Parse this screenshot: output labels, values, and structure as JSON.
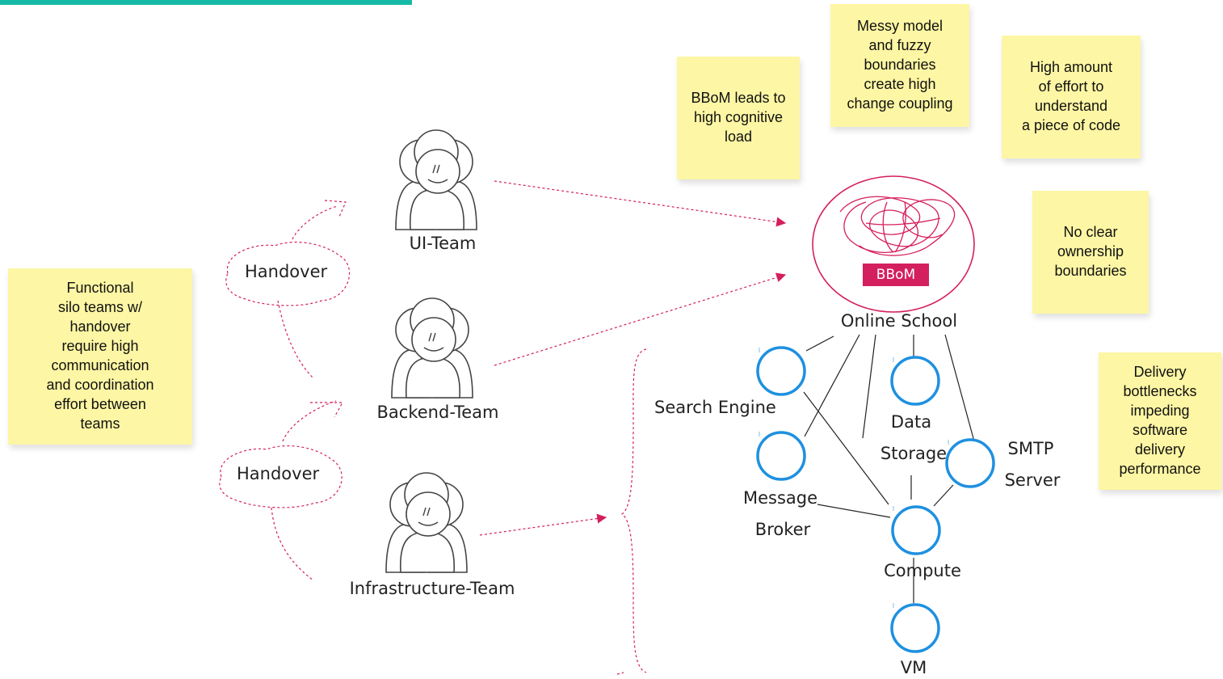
{
  "notes": {
    "silo": "Functional\nsilo teams w/\nhandover\nrequire high\ncommunication\nand coordination\neffort between\nteams",
    "cognitive": "BBoM leads to\nhigh cognitive\nload",
    "coupling": "Messy model\nand fuzzy\nboundaries\ncreate high\nchange coupling",
    "effort": "High amount\nof effort to\nunderstand\na piece of code",
    "ownership": "No clear\nownership\nboundaries",
    "delivery": "Delivery\nbottlenecks\nimpeding\nsoftware\ndelivery\nperformance"
  },
  "teams": {
    "ui": "UI-Team",
    "backend": "Backend-Team",
    "infra": "Infrastructure-Team"
  },
  "handovers": [
    "Handover",
    "Handover"
  ],
  "bbom": {
    "badge": "BBoM",
    "system": "Online School"
  },
  "components": {
    "search": "Search Engine",
    "data_line1": "Data",
    "data_line2": "Storage",
    "smtp_line1": "SMTP",
    "smtp_line2": "Server",
    "message_line1": "Message",
    "message_line2": "Broker",
    "compute": "Compute",
    "vm": "VM"
  },
  "colors": {
    "accent_bar": "#15b9a6",
    "note_yellow": "#fdf6a4",
    "arrow_red": "#d41f5e",
    "node_blue": "#1e90e0"
  },
  "icons": [
    "team-icon",
    "handover-cloud-icon",
    "messy-yarn-icon",
    "component-node-icon"
  ]
}
